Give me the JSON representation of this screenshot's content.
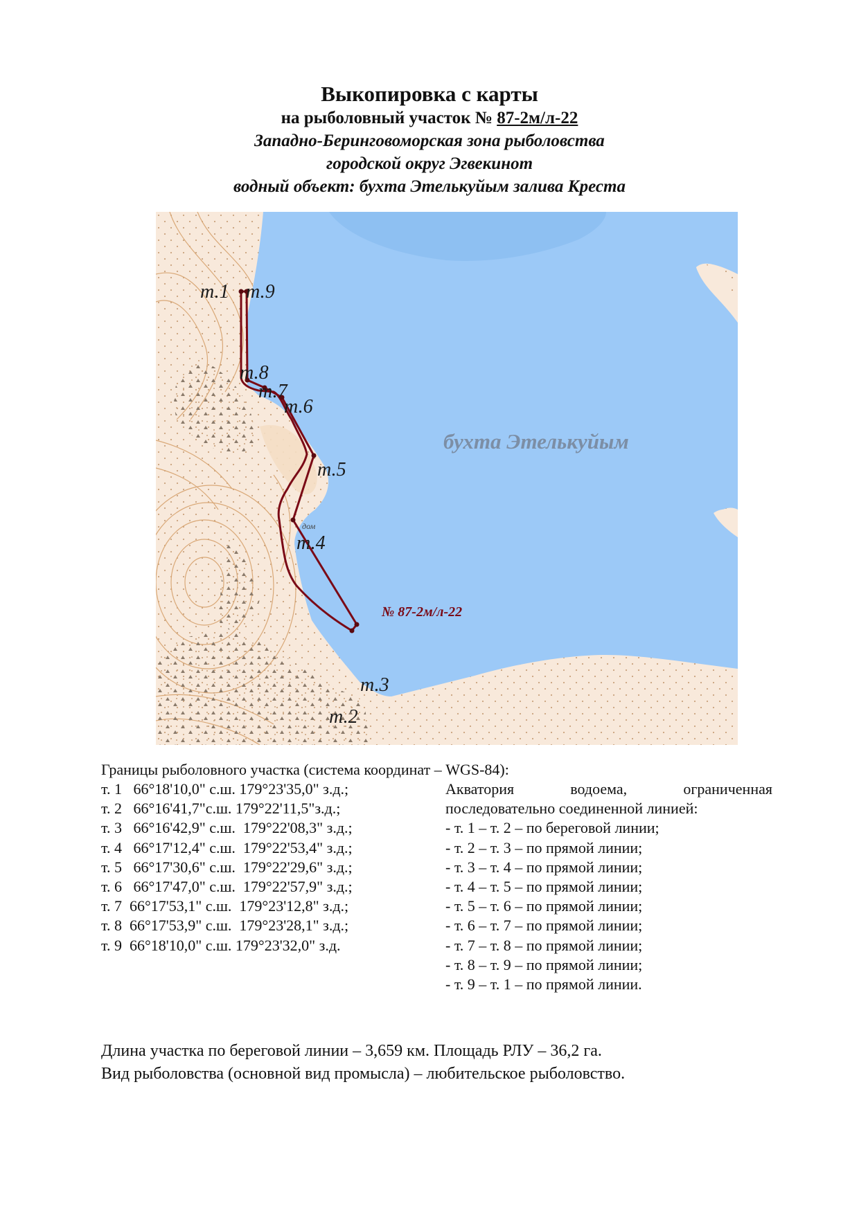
{
  "header": {
    "title": "Выкопировка с карты",
    "subtitle_prefix": "на рыболовный участок № ",
    "subtitle_number": "87-2м/л-22",
    "zone": "Западно-Беринговоморская зона рыболовства",
    "district": "городской округ Эгвекинот",
    "water_object": "водный объект: бухта Этелькуйым залива Креста"
  },
  "map": {
    "bay_label": "бухта Этелькуйым",
    "house_label": "дом",
    "plot_label": "№ 87-2м/л-22",
    "points": [
      {
        "id": "p1",
        "label": "т.1"
      },
      {
        "id": "p9",
        "label": "т.9"
      },
      {
        "id": "p8",
        "label": "т.8"
      },
      {
        "id": "p7",
        "label": "т.7"
      },
      {
        "id": "p6",
        "label": "т.6"
      },
      {
        "id": "p5",
        "label": "т.5"
      },
      {
        "id": "p4",
        "label": "т.4"
      },
      {
        "id": "p3",
        "label": "т.3"
      },
      {
        "id": "p2",
        "label": "т.2"
      }
    ],
    "colors": {
      "water": "#9cc9f7",
      "land": "#f8e9db",
      "boundary": "#7a0a16",
      "contour": "#d9a877",
      "bay_label": "#7c8ea5"
    }
  },
  "coordinates": {
    "caption": "Границы рыболовного участка (система координат – WGS-84):",
    "rows": [
      {
        "pt": "т. 1",
        "lat": "   66°18'10,0\" с.ш. 179°23'35,0\" з.д.;"
      },
      {
        "pt": "т. 2",
        "lat": "   66°16'41,7\"с.ш. 179°22'11,5\"з.д.;"
      },
      {
        "pt": "т. 3",
        "lat": "   66°16'42,9\" с.ш.  179°22'08,3\" з.д.;"
      },
      {
        "pt": "т. 4",
        "lat": "   66°17'12,4\" с.ш.  179°22'53,4\" з.д.;"
      },
      {
        "pt": "т. 5",
        "lat": "   66°17'30,6\" с.ш.  179°22'29,6\" з.д.;"
      },
      {
        "pt": "т. 6",
        "lat": "   66°17'47,0\" с.ш.  179°22'57,9\" з.д.;"
      },
      {
        "pt": "т. 7",
        "lat": "  66°17'53,1\" с.ш.  179°23'12,8\" з.д.;"
      },
      {
        "pt": "т. 8",
        "lat": "  66°17'53,9\" с.ш.  179°23'28,1\" з.д.;"
      },
      {
        "pt": "т. 9",
        "lat": "  66°18'10,0\" с.ш. 179°23'32,0\" з.д."
      }
    ]
  },
  "boundary": {
    "intro_words": [
      "Акватория",
      "водоема,",
      "ограниченная"
    ],
    "intro_line2": "последовательно соединенной линией:",
    "segments": [
      "- т. 1 – т. 2 – по береговой линии;",
      "- т. 2 – т. 3 – по прямой линии;",
      "- т. 3 – т. 4 – по прямой линии;",
      "- т. 4 – т. 5 – по прямой линии;",
      "- т. 5 – т. 6 – по прямой линии;",
      "- т. 6 – т. 7 – по прямой линии;",
      "- т. 7 – т. 8 – по прямой линии;",
      "- т. 8 – т. 9 – по прямой линии;",
      "- т. 9 – т. 1 – по прямой линии."
    ]
  },
  "footer": {
    "length": "Длина участка по береговой линии – 3,659 км. Площадь РЛУ – 36,2 га.",
    "type": "Вид рыболовства (основной вид промысла) – любительское рыболовство."
  }
}
